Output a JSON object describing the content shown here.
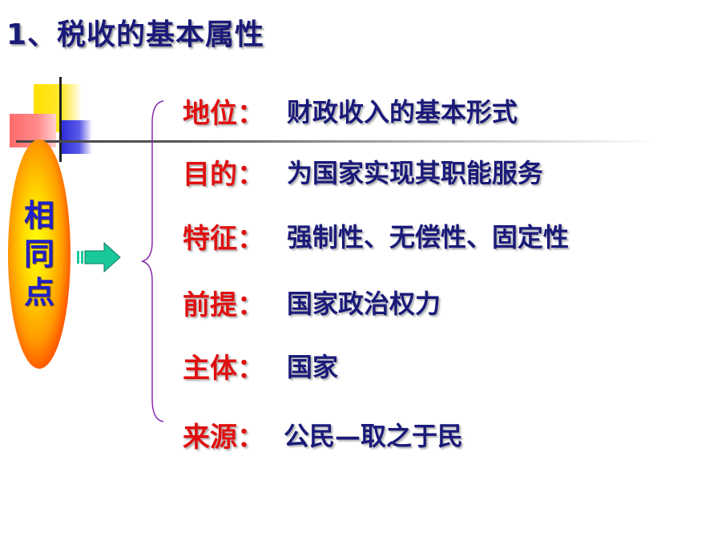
{
  "title": "1、税收的基本属性",
  "oval_chars": [
    "相",
    "同",
    "点"
  ],
  "items": [
    {
      "label": "地位：",
      "value": "财政收入的基本形式"
    },
    {
      "label": "目的：",
      "value": "为国家实现其职能服务"
    },
    {
      "label": "特征：",
      "value": "强制性、无偿性、固定性"
    },
    {
      "label": "前提：",
      "value": "国家政治权力"
    },
    {
      "label": "主体：",
      "value": "国家"
    },
    {
      "label": "来源：",
      "value": "公民—取之于民"
    }
  ],
  "colors": {
    "title": "#1a1a7a",
    "label": "#e01010",
    "value": "#1a1a7a",
    "oval_text": "#2020c8",
    "arrow": "#19c89a",
    "brace": "#8a2aa8"
  }
}
